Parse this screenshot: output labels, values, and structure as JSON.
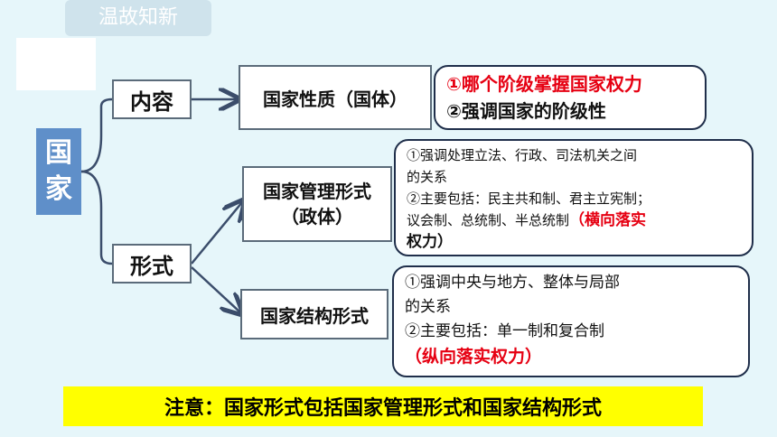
{
  "header": {
    "tab_title": "温故知新"
  },
  "root": {
    "chars": [
      "国",
      "家"
    ]
  },
  "branches": {
    "content": "内容",
    "form": "形式"
  },
  "nodes": {
    "nature": "国家性质（国体）",
    "management_line1": "国家管理形式",
    "management_line2": "（政体）",
    "structure": "国家结构形式"
  },
  "notes": {
    "nature": {
      "item1": "①哪个阶级掌握国家权力",
      "item2": "②强调国家的阶级性"
    },
    "management": {
      "line1": "①强调处理立法、行政、司法机关之间",
      "line2": "的关系",
      "line3": "②主要包括：民主共和制、君主立宪制；",
      "line4_prefix": "议会制、总统制、半总统制",
      "line4_red": "（横向落实",
      "line5_red": "权力）"
    },
    "structure": {
      "line1": "①强调中央与地方、整体与局部",
      "line2": "的关系",
      "line3": "②主要包括：单一制和复合制",
      "line4_red": "（纵向落实权力）"
    }
  },
  "banner": {
    "text": "注意：国家形式包括国家管理形式和国家结构形式"
  },
  "colors": {
    "background": "#e6f6fa",
    "root_fill": "#5f8fc9",
    "arrow": "#3b4d6b",
    "accent_red": "#e60012",
    "banner_yellow": "#ffff00"
  }
}
